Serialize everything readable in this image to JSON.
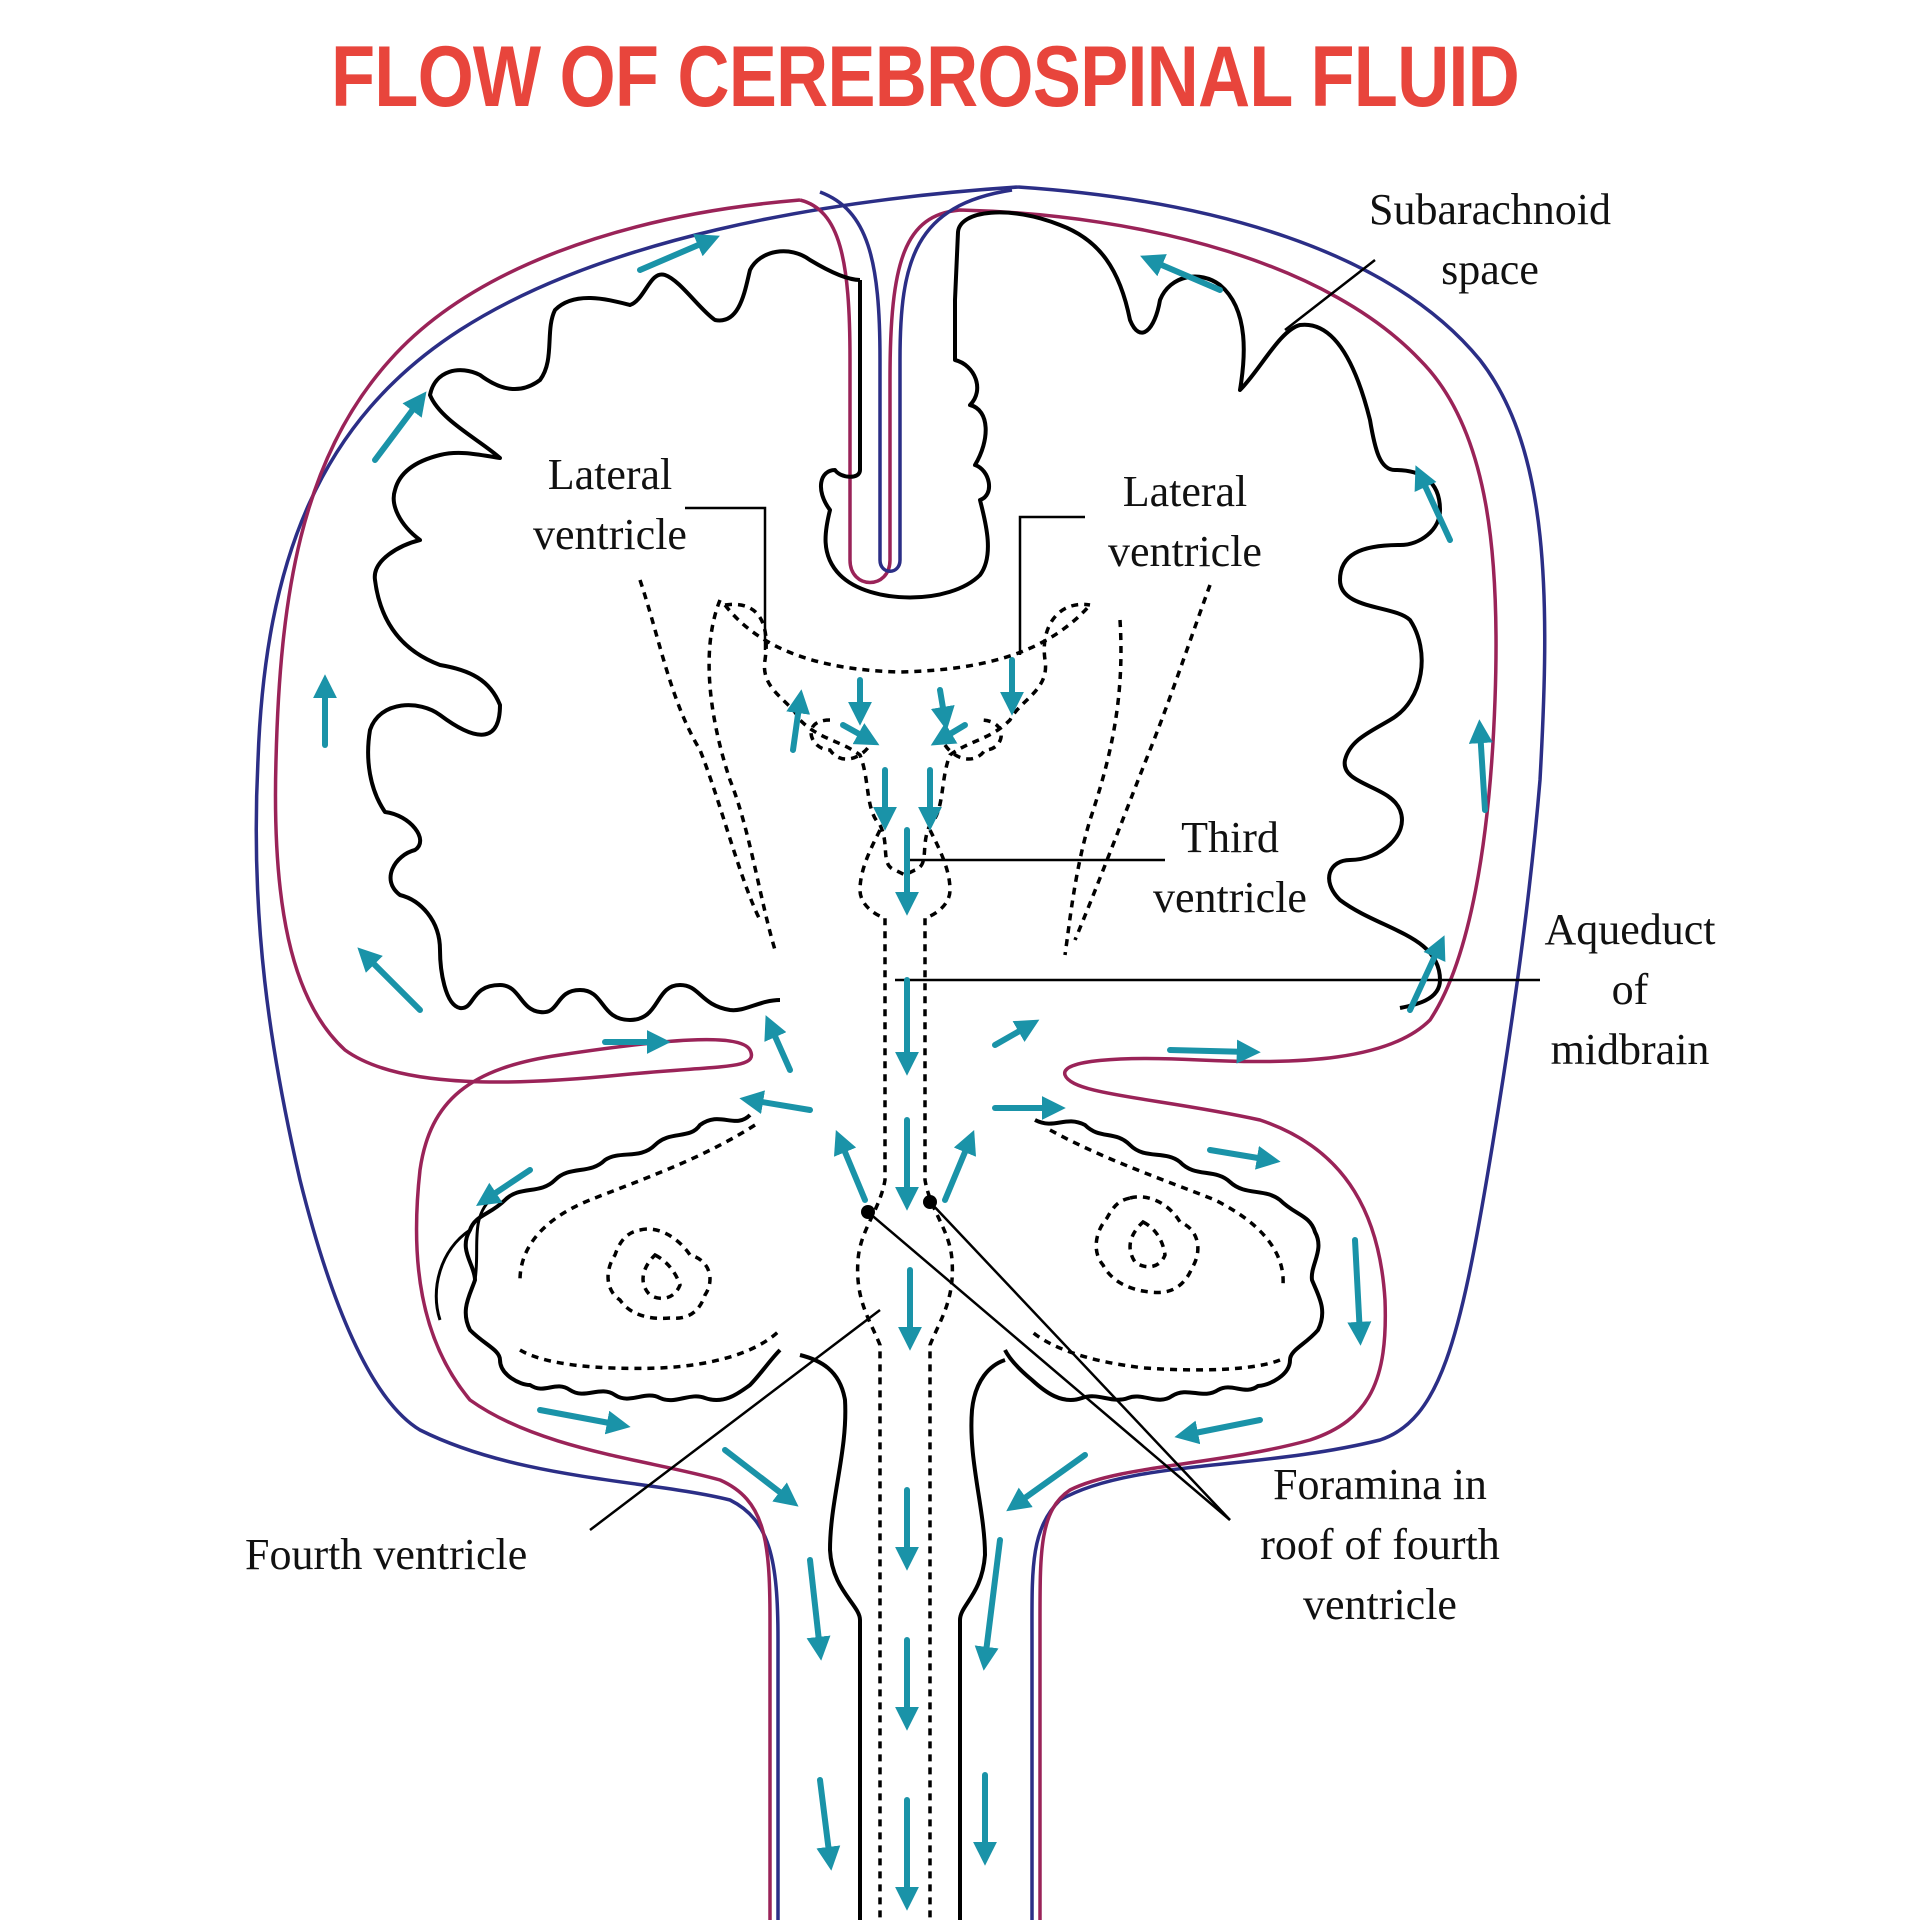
{
  "title": "FLOW OF CEREBROSPINAL FLUID",
  "colors": {
    "title": "#e8453c",
    "dura": "#2b2e86",
    "arachnoid": "#9a2358",
    "arrow": "#1a93a8",
    "outline": "#000000"
  },
  "labels": {
    "subarachnoid": [
      "Subarachnoid",
      "space"
    ],
    "lateral_left": [
      "Lateral",
      "ventricle"
    ],
    "lateral_right": [
      "Lateral",
      "ventricle"
    ],
    "third": [
      "Third",
      "ventricle"
    ],
    "aqueduct": [
      "Aqueduct",
      "of",
      "midbrain"
    ],
    "fourth": [
      "Fourth ventricle"
    ],
    "foramina": [
      "Foramina in",
      "roof of fourth",
      "ventricle"
    ]
  },
  "icons": {
    "flow_arrow": "flow-arrow-icon",
    "foramen_dot": "foramen-dot-icon"
  }
}
